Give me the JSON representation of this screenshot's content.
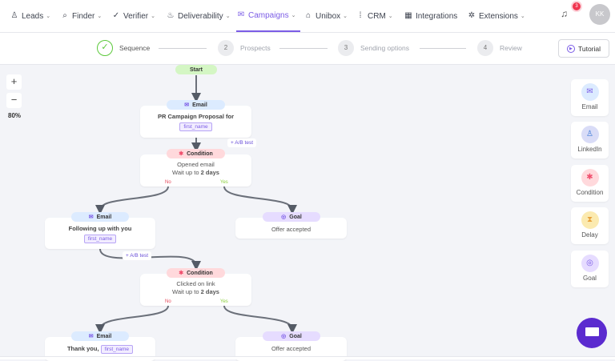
{
  "nav": {
    "items": [
      {
        "label": "Leads",
        "icon": "users-icon",
        "dropdown": true
      },
      {
        "label": "Finder",
        "icon": "search-icon",
        "dropdown": true
      },
      {
        "label": "Verifier",
        "icon": "check-circle-icon",
        "dropdown": true
      },
      {
        "label": "Deliverability",
        "icon": "flame-icon",
        "dropdown": true
      },
      {
        "label": "Campaigns",
        "icon": "mail-icon",
        "dropdown": true,
        "active": true
      },
      {
        "label": "Unibox",
        "icon": "inbox-icon",
        "dropdown": true
      },
      {
        "label": "CRM",
        "icon": "crm-icon",
        "dropdown": true
      },
      {
        "label": "Integrations",
        "icon": "grid-icon",
        "dropdown": false
      },
      {
        "label": "Extensions",
        "icon": "puzzle-icon",
        "dropdown": true
      }
    ],
    "notifications": "3",
    "avatar": "KK",
    "accent": "#7b5ce6"
  },
  "steps": [
    {
      "num": "✓",
      "label": "Sequence"
    },
    {
      "num": "2",
      "label": "Prospects"
    },
    {
      "num": "3",
      "label": "Sending options"
    },
    {
      "num": "4",
      "label": "Review"
    }
  ],
  "tutorial": "Tutorial",
  "zoom": {
    "plus": "+",
    "minus": "−",
    "level": "80%"
  },
  "flow": {
    "start": "Start",
    "email1": {
      "title": "Email",
      "subject": "PR Campaign Proposal  for",
      "var": "first_name"
    },
    "ab1": "+ A/B test",
    "cond1": {
      "title": "Condition",
      "line1": "Opened email",
      "line2_pre": "Wait up to ",
      "line2_bold": "2 days",
      "no": "No",
      "yes": "Yes"
    },
    "email2": {
      "title": "Email",
      "subject": "Following up with you",
      "var": "first_name"
    },
    "goal1": {
      "title": "Goal",
      "text": "Offer accepted"
    },
    "ab2": "+ A/B test",
    "cond2": {
      "title": "Condition",
      "line1": "Clicked on link",
      "line2_pre": "Wait up to ",
      "line2_bold": "2 days",
      "no": "No",
      "yes": "Yes"
    },
    "email3": {
      "title": "Email",
      "subject": "Thank you,",
      "var": "first_name"
    },
    "goal2": {
      "title": "Goal",
      "text": "Offer accepted"
    }
  },
  "tools": [
    {
      "label": "Email",
      "color": "#dcebff"
    },
    {
      "label": "LinkedIn",
      "color": "#d9dcf7"
    },
    {
      "label": "Condition",
      "color": "#ffd9dc"
    },
    {
      "label": "Delay",
      "color": "#fbeab0"
    },
    {
      "label": "Goal",
      "color": "#e6dcff"
    }
  ]
}
